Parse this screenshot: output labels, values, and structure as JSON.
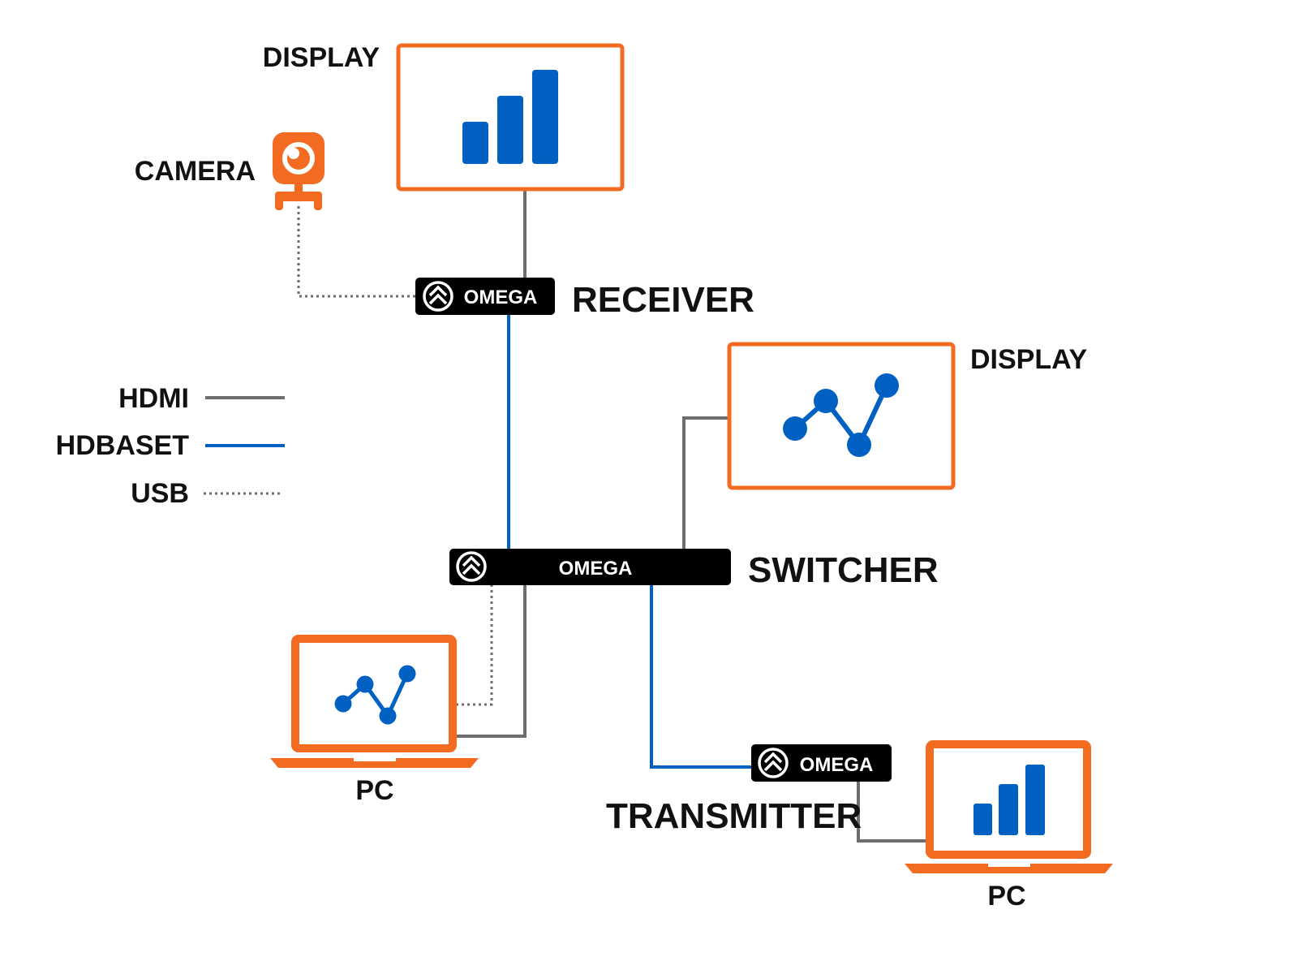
{
  "colors": {
    "orange": "#F26B21",
    "blue": "#0061C2",
    "hdmi_gray": "#6E6E6E",
    "usb_gray": "#6E6E6E",
    "device_black": "#000000"
  },
  "legend": {
    "items": [
      {
        "label": "HDMI",
        "line_style": "solid-gray"
      },
      {
        "label": "HDBASET",
        "line_style": "solid-blue"
      },
      {
        "label": "USB",
        "line_style": "dotted-gray"
      }
    ]
  },
  "nodes": {
    "display_top": {
      "label": "DISPLAY",
      "icon": "bar-chart-icon"
    },
    "camera": {
      "label": "CAMERA",
      "icon": "webcam-icon"
    },
    "receiver": {
      "label": "RECEIVER",
      "brand": "OMEGA",
      "icon": "omega-logo-icon"
    },
    "display_right": {
      "label": "DISPLAY",
      "icon": "line-chart-icon"
    },
    "switcher": {
      "label": "SWITCHER",
      "brand": "OMEGA",
      "icon": "omega-logo-icon"
    },
    "pc_left": {
      "label": "PC",
      "icon": "laptop-icon"
    },
    "transmitter": {
      "label": "TRANSMITTER",
      "brand": "OMEGA",
      "icon": "omega-logo-icon"
    },
    "pc_right": {
      "label": "PC",
      "icon": "laptop-icon"
    }
  }
}
